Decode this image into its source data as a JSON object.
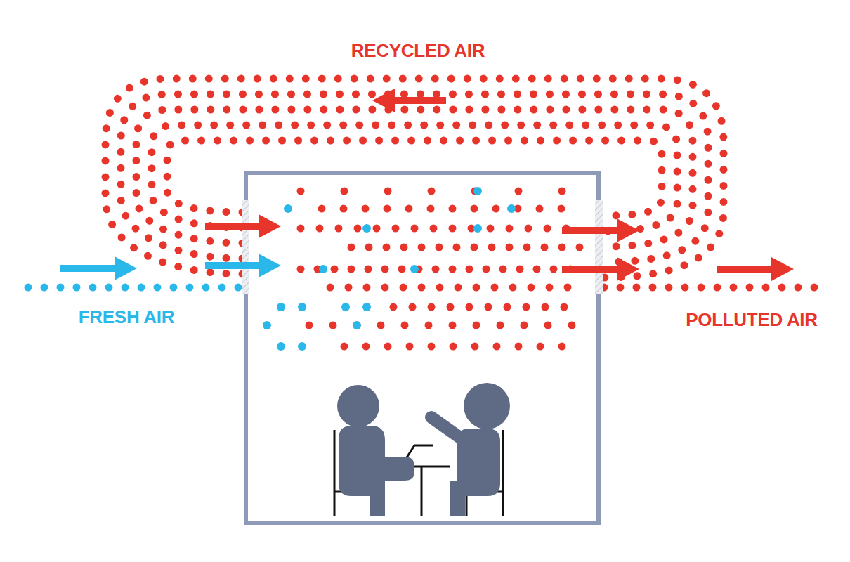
{
  "diagram": {
    "labels": [
      "RECYCLED AIR",
      "FRESH AIR",
      "POLLUTED AIR"
    ]
  }
}
